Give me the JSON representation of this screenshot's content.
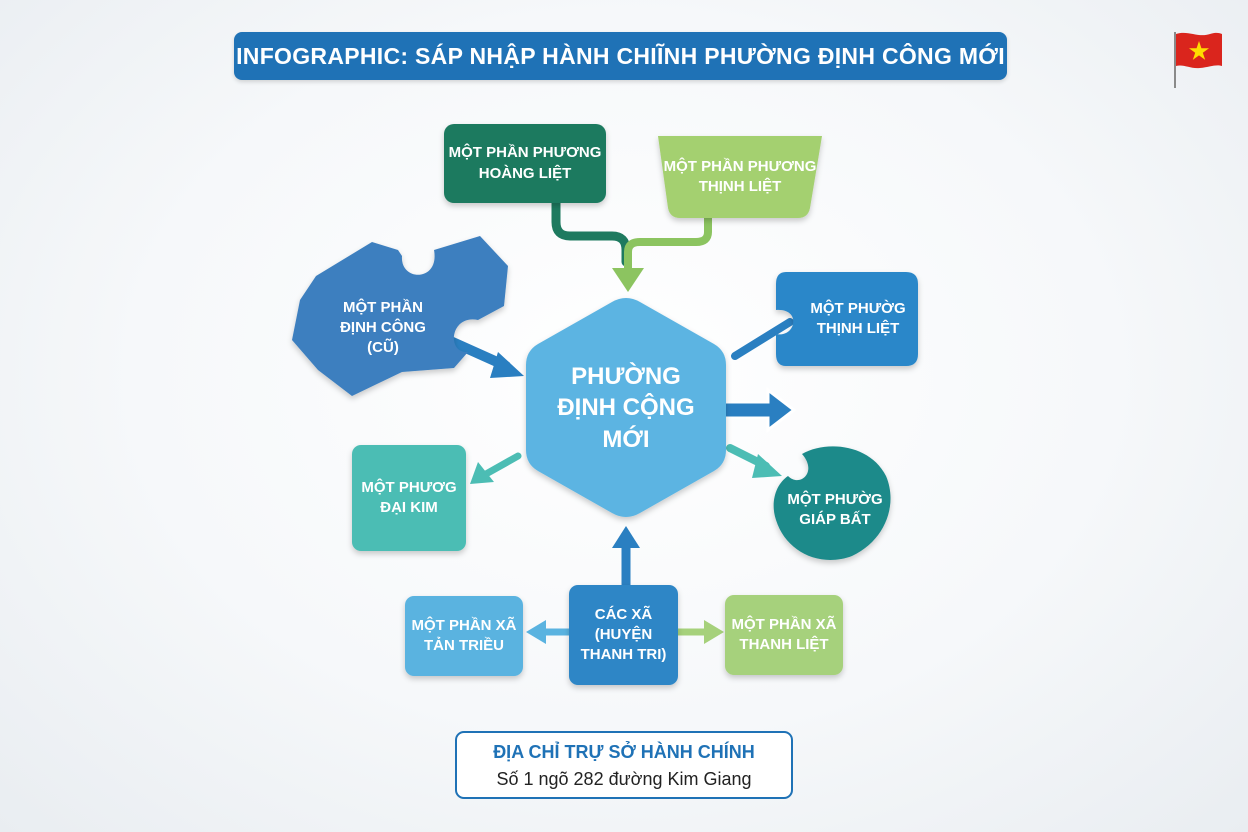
{
  "header": {
    "title": "INFOGRAPHIC: SÁP NHẬP HÀNH CHIĨNH PHƯỜNG ĐỊNH CÔNG MỚI"
  },
  "diagram": {
    "hub": {
      "label": "PHƯỜNG\nĐỊNH CỘNG\nMỚI",
      "color": "#5bb4e2"
    },
    "nodes": {
      "hoang_liet": {
        "label": "MỘT PHẦN PHƯƠNG\nHOÀNG LIỆT",
        "color": "#1e7a5f"
      },
      "thinh_liet_top": {
        "label": "MỘT PHẦN PHƯƠNG\nTHỊNH LIỆT",
        "color": "#a4d06f"
      },
      "dinh_cong_cu": {
        "label": "MỘT PHẦN\nĐỊNH CÔNG\n(CŨ)",
        "color": "#3d7fbf"
      },
      "thinh_liet_right": {
        "label": "MỘT PHƯỜG\nTHỊNH LIỆT",
        "color": "#2a87c9"
      },
      "dai_kim": {
        "label": "MỘT PHƯƠG\nĐẠI KIM",
        "color": "#4cbdb4"
      },
      "giap_bat": {
        "label": "MỘT PHƯỜG\nGIÁP BẤT",
        "color": "#1d8a8a"
      },
      "tan_trieu": {
        "label": "MỘT PHẦN XÃ\nTẢN TRIỀU",
        "color": "#5ab3e0"
      },
      "cac_xa": {
        "label": "CÁC XÃ\n(HUYỆN\nTHANH TRI)",
        "color": "#2d86c6"
      },
      "thanh_liet": {
        "label": "MỘT PHẦN XÃ\nTHANH LIỆT",
        "color": "#a6d17b"
      }
    },
    "arrow_colors": {
      "dark_green": "#1e7a5f",
      "light_green": "#8cc460",
      "blue": "#2a7fc1",
      "light_blue": "#5ab3e0",
      "teal": "#4cbdb4",
      "pale_green": "#a6d17b"
    }
  },
  "address": {
    "title": "ĐỊA CHỈ TRỰ SỞ HÀNH CHÍNH",
    "line": "Số 1 ngõ 282 đường Kim Giang"
  },
  "flag": {
    "icon": "vietnam-flag-icon",
    "red": "#da251d",
    "yellow": "#ffdd00"
  }
}
